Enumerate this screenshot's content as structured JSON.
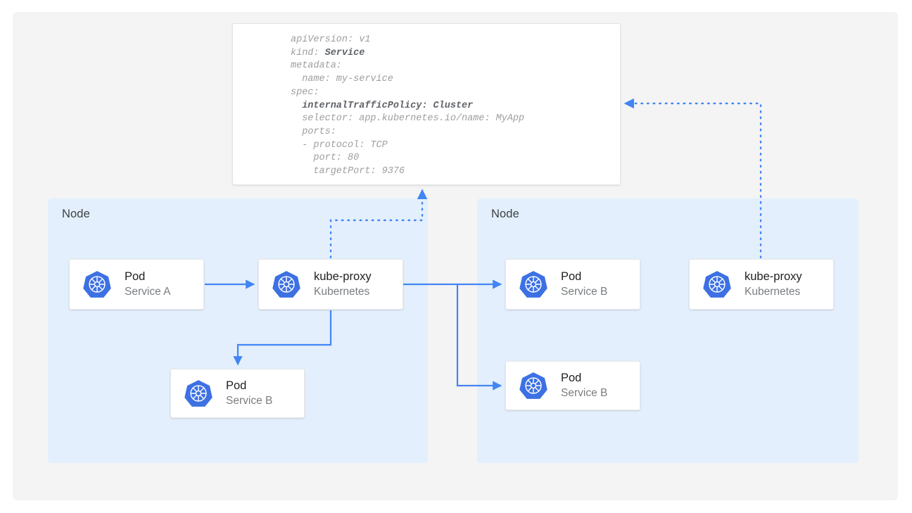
{
  "canvas": {
    "background": "#f4f4f4",
    "node_fill": "#e3effc",
    "accent": "#4285f4",
    "box_fill": "#ffffff"
  },
  "yaml": {
    "name": "service-manifest",
    "lines": [
      {
        "text": "apiVersion: v1",
        "bold": false
      },
      {
        "text": "kind: ",
        "bold_text": "Service",
        "bold": false
      },
      {
        "text": "metadata:",
        "bold": false
      },
      {
        "text": "  name: my-service",
        "bold": false
      },
      {
        "text": "spec:",
        "bold": false
      },
      {
        "text": "  internalTrafficPolicy: Cluster",
        "bold": true
      },
      {
        "text": "  selector: app.kubernetes.io/name: MyApp",
        "bold": false
      },
      {
        "text": "  ports:",
        "bold": false
      },
      {
        "text": "  - protocol: TCP",
        "bold": false
      },
      {
        "text": "    port: 80",
        "bold": false
      },
      {
        "text": "    targetPort: 9376",
        "bold": false
      }
    ]
  },
  "nodes": [
    {
      "label": "Node",
      "id": "node-left"
    },
    {
      "label": "Node",
      "id": "node-right"
    }
  ],
  "boxes": [
    {
      "id": "pod-service-a",
      "title": "Pod",
      "subtitle": "Service A",
      "icon": "kubernetes-icon"
    },
    {
      "id": "kube-proxy-left",
      "title": "kube-proxy",
      "subtitle": "Kubernetes",
      "icon": "kubernetes-icon"
    },
    {
      "id": "pod-service-b-left",
      "title": "Pod",
      "subtitle": "Service B",
      "icon": "kubernetes-icon"
    },
    {
      "id": "pod-service-b-top",
      "title": "Pod",
      "subtitle": "Service B",
      "icon": "kubernetes-icon"
    },
    {
      "id": "pod-service-b-bottom",
      "title": "Pod",
      "subtitle": "Service B",
      "icon": "kubernetes-icon"
    },
    {
      "id": "kube-proxy-right",
      "title": "kube-proxy",
      "subtitle": "Kubernetes",
      "icon": "kubernetes-icon"
    }
  ]
}
